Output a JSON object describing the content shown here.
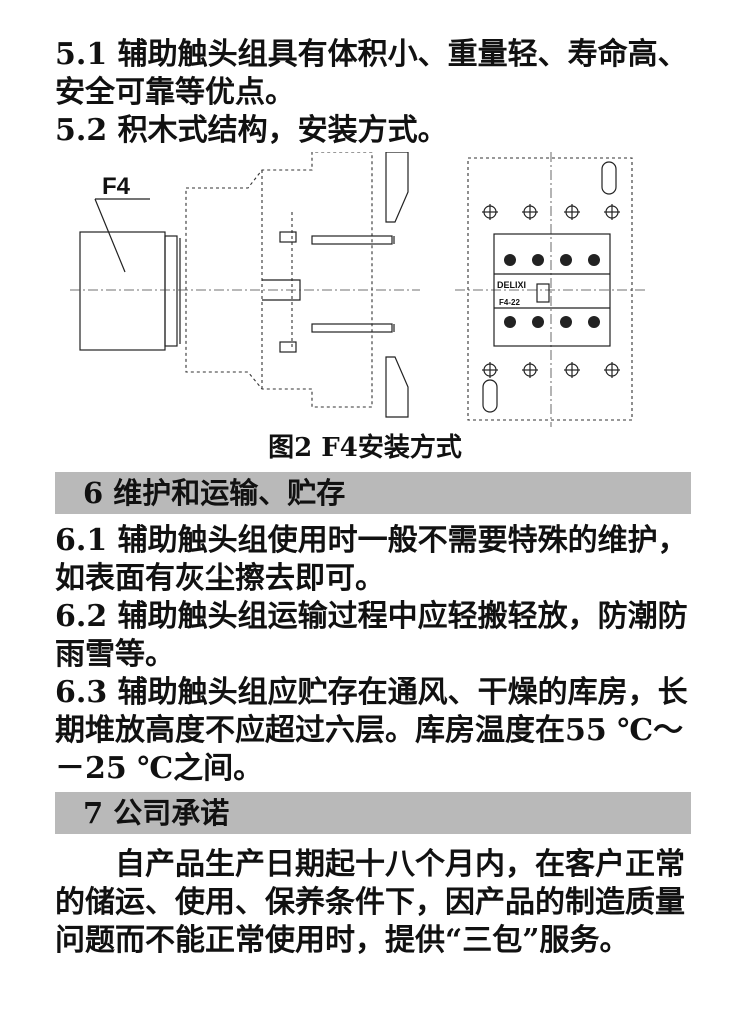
{
  "section5": {
    "p1": "5.1  辅助触头组具有体积小、重量轻、寿命高、安全可靠等优点。",
    "p2": "5.2  积木式结构，安装方式。"
  },
  "figure": {
    "left_label": "F4",
    "right_brand": "DELIXI",
    "right_model": "F4-22",
    "caption": "图2    F4安装方式"
  },
  "section6": {
    "heading": "6  维护和运输、贮存",
    "p1": "6.1  辅助触头组使用时一般不需要特殊的维护，如表面有灰尘擦去即可。",
    "p2": "6.2  辅助触头组运输过程中应轻搬轻放，防潮防雨雪等。",
    "p3": "6.3  辅助触头组应贮存在通风、干燥的库房，长期堆放高度不应超过六层。库房温度在55 ℃～－25 ℃之间。"
  },
  "section7": {
    "heading": "7  公司承诺",
    "p1": "　　自产品生产日期起十八个月内，在客户正常的储运、使用、保养条件下，因产品的制造质量问题而不能正常使用时，提供“三包”服务。"
  }
}
